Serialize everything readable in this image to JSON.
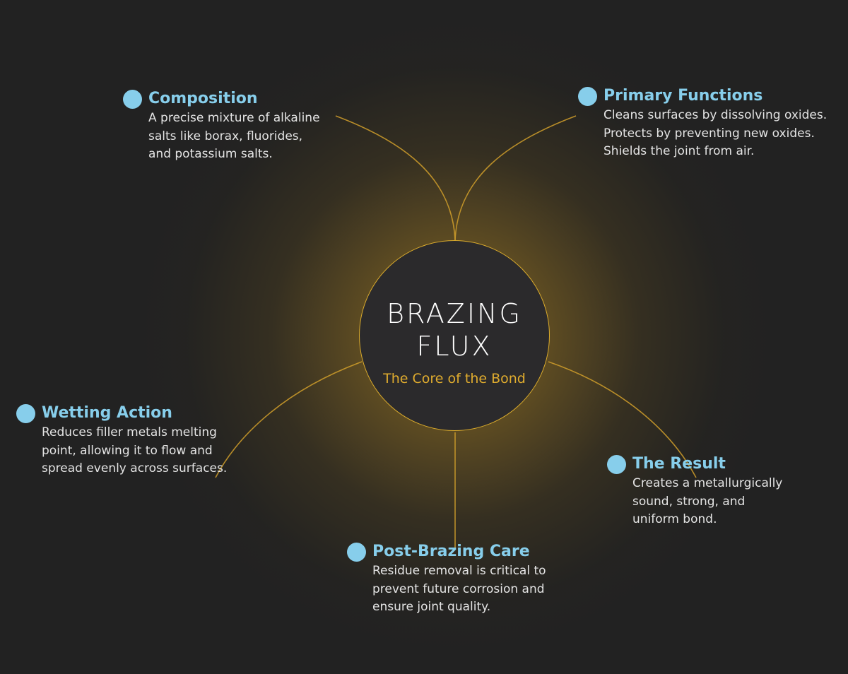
{
  "hub": {
    "title_line1": "BRAZING",
    "title_line2": "FLUX",
    "subtitle": "The Core of the Bond"
  },
  "colors": {
    "background": "#222222",
    "hub_fill": "#2b2a2c",
    "hub_border": "#d9aa2c",
    "accent_gold": "#e0ac2e",
    "connector": "#c9992a",
    "node_title": "#87ceeb",
    "node_dot": "#87ceeb",
    "node_text": "#e4e4e4"
  },
  "nodes": [
    {
      "id": "composition",
      "title": "Composition",
      "lines": [
        "A precise mixture of alkaline",
        "salts like borax, fluorides,",
        "and potassium salts."
      ]
    },
    {
      "id": "primary-functions",
      "title": "Primary Functions",
      "lines": [
        "Cleans surfaces by dissolving oxides.",
        "Protects by preventing new oxides.",
        "Shields the joint from air."
      ]
    },
    {
      "id": "wetting-action",
      "title": "Wetting Action",
      "lines": [
        "Reduces filler metals melting",
        "point, allowing it to flow and",
        "spread evenly across surfaces."
      ]
    },
    {
      "id": "the-result",
      "title": "The Result",
      "lines": [
        "Creates a metallurgically",
        "sound, strong, and",
        "uniform bond."
      ]
    },
    {
      "id": "post-brazing-care",
      "title": "Post-Brazing Care",
      "lines": [
        "Residue removal is critical to",
        "prevent future corrosion and",
        "ensure joint quality."
      ]
    }
  ]
}
